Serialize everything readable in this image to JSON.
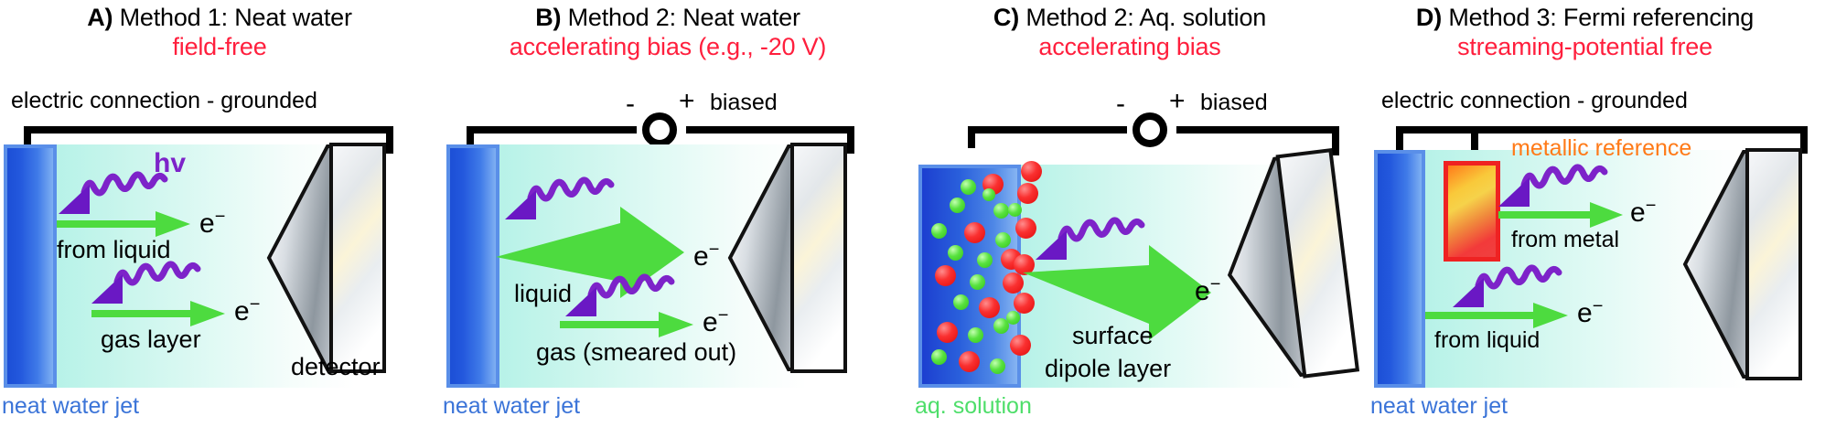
{
  "figure": {
    "kind": "four-panel liquid-jet photoelectron spectroscopy schematic",
    "panel_count": 4
  },
  "panels": [
    {
      "letter": "A)",
      "title": "Method 1: Neat water",
      "subtitle": "field-free",
      "circuit_label": "electric connection - grounded",
      "jet_label": "neat water jet",
      "photon_label": "hv",
      "electron_label": "e−",
      "arrows": [
        {
          "label": "from liquid",
          "electron": "e−",
          "size": "thin"
        },
        {
          "label": "gas layer",
          "electron": "e−",
          "size": "thin"
        }
      ],
      "detector_label": "detector"
    },
    {
      "letter": "B)",
      "title": "Method 2: Neat water",
      "subtitle": "accelerating bias (e.g., -20 V)",
      "circuit_label": "biased",
      "battery_minus": "-",
      "battery_plus": "+",
      "jet_label": "neat water jet",
      "electron_label": "e−",
      "arrows": [
        {
          "label": "liquid",
          "electron": "e−",
          "size": "wide"
        },
        {
          "label": "gas (smeared out)",
          "electron": "e−",
          "size": "thin"
        }
      ]
    },
    {
      "letter": "C)",
      "title": "Method 2: Aq. solution",
      "subtitle": "accelerating bias",
      "circuit_label": "biased",
      "battery_minus": "-",
      "battery_plus": "+",
      "jet_label": "aq. solution",
      "electron_label": "e−",
      "arrows": [
        {
          "label_line1": "surface",
          "label_line2": "dipole layer",
          "electron": "e−",
          "size": "wide"
        }
      ]
    },
    {
      "letter": "D)",
      "title": "Method 3: Fermi referencing",
      "subtitle": "streaming-potential free",
      "circuit_label": "electric connection - grounded",
      "metal_label": "metallic reference",
      "jet_label": "neat water jet",
      "arrows": [
        {
          "label": "from metal",
          "electron": "e−",
          "size": "thin"
        },
        {
          "label": "from liquid",
          "electron": "e−",
          "size": "thin"
        }
      ]
    }
  ],
  "colors": {
    "subtitle_red": "#ff1f3d",
    "jet_blue": "#3b74d8",
    "aq_green": "#4ede6a",
    "metal_orange": "#ff7a18",
    "photon_purple": "#7d23c9",
    "electron_green": "#4ddb3f",
    "ion_red": "#fa3030",
    "ion_green": "#58e23f",
    "wire_black": "#000000",
    "field_cyan": "#b6f2e8"
  }
}
